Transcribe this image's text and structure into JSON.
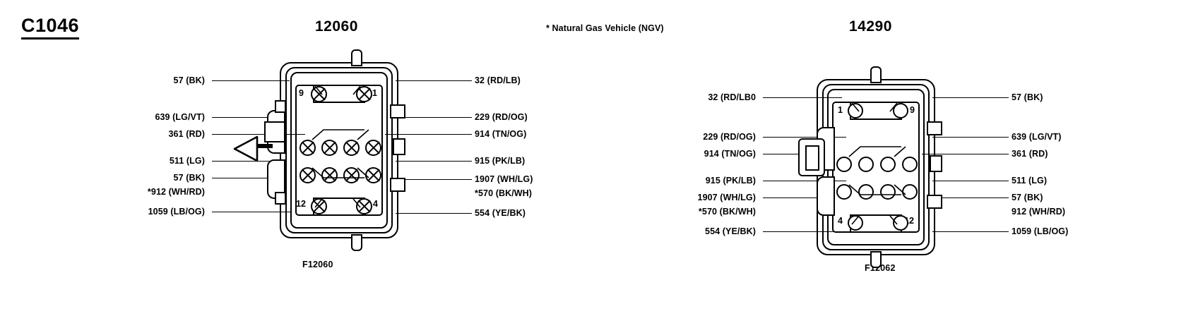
{
  "connector_id": "C1046",
  "footnote": "* Natural Gas Vehicle (NGV)",
  "diagrams": [
    {
      "title": "12060",
      "caption": "F12060",
      "terminal_style": "pin",
      "pin_numbers": {
        "top_left": "9",
        "top_right": "1",
        "bottom_left": "12",
        "bottom_right": "4"
      },
      "left_labels": [
        "57 (BK)",
        "639 (LG/VT)",
        "361 (RD)",
        "511 (LG)",
        "57 (BK)",
        "*912 (WH/RD)",
        "1059 (LB/OG)"
      ],
      "right_labels": [
        "32 (RD/LB)",
        "229 (RD/OG)",
        "914 (TN/OG)",
        "915 (PK/LB)",
        "1907 (WH/LG)",
        "*570 (BK/WH)",
        "554 (YE/BK)"
      ]
    },
    {
      "title": "14290",
      "caption": "F12062",
      "terminal_style": "socket",
      "pin_numbers": {
        "top_left": "1",
        "top_right": "9",
        "bottom_left": "4",
        "bottom_right": "12"
      },
      "left_labels": [
        "32 (RD/LB0",
        "229 (RD/OG)",
        "914 (TN/OG)",
        "915 (PK/LB)",
        "1907 (WH/LG)",
        "*570 (BK/WH)",
        "554 (YE/BK)"
      ],
      "right_labels": [
        "57 (BK)",
        "639 (LG/VT)",
        "361 (RD)",
        "511 (LG)",
        "57 (BK)",
        "912 (WH/RD)",
        "1059 (LB/OG)"
      ]
    }
  ]
}
